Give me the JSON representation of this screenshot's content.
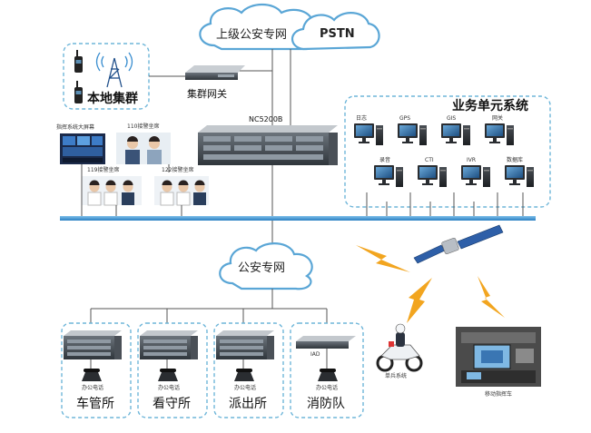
{
  "clouds": {
    "top_left": "上级公安专网",
    "top_right": "PSTN",
    "middle": "公安专网"
  },
  "local_cluster": {
    "label": "本地集群"
  },
  "cluster_gateway": {
    "label": "集群网关"
  },
  "core_switch": {
    "label": "NC5200B"
  },
  "command": {
    "big_screen": "指挥系统大屏幕",
    "seat_110": "110接警坐席",
    "seat_119": "119接警坐席",
    "seat_122": "122接警坐席"
  },
  "business": {
    "title": "业务单元系统",
    "top_row": [
      "日志",
      "GPS",
      "GIS",
      "网关"
    ],
    "bottom_row": [
      "录音",
      "CTI",
      "IVR",
      "数据库"
    ]
  },
  "stations": [
    {
      "name": "车管所",
      "phone": "办公电话"
    },
    {
      "name": "看守所",
      "phone": "办公电话"
    },
    {
      "name": "派出所",
      "phone": "办公电话"
    },
    {
      "name": "消防队",
      "phone": "办公电话",
      "device": "IAD"
    }
  ],
  "mobile": {
    "police_bike": "单兵系统",
    "command_vehicle": "移动指挥车"
  },
  "colors": {
    "cloud_fill": "#ffffff",
    "cloud_stroke": "#5aa6d6",
    "cloud_shadow": "#b9dbef",
    "bus_line": "#3b8fd0",
    "dashed_box": "#6fb6d9",
    "lightning": "#f2a51f"
  }
}
